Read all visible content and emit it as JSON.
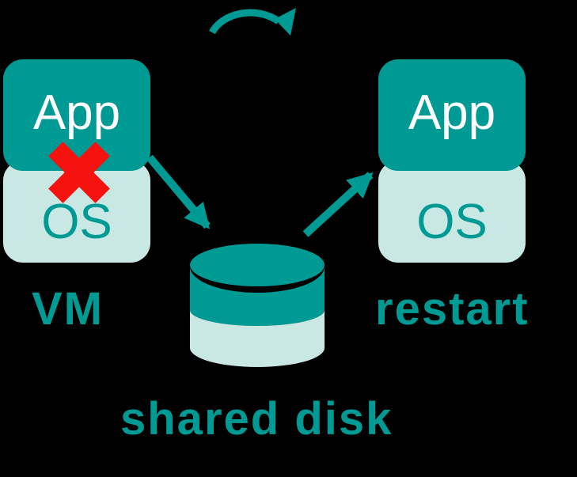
{
  "colors": {
    "teal": "#009A94",
    "light_teal": "#C9E8E4",
    "red": "#F6120E",
    "white": "#FFFFFF",
    "background": "#000000"
  },
  "vm_failed": {
    "app": "App",
    "os": "OS",
    "caption": "VM"
  },
  "vm_restarted": {
    "app": "App",
    "os": "OS",
    "caption": "restart"
  },
  "disk": {
    "caption": "shared disk"
  },
  "icons": {
    "loop": "restart-loop-arrow-icon",
    "failure": "red-x-failure-icon",
    "arrow_to_disk": "arrow-vm-to-disk",
    "arrow_to_vm": "arrow-disk-to-restarted-vm",
    "disk": "shared-disk-cylinder-icon"
  }
}
